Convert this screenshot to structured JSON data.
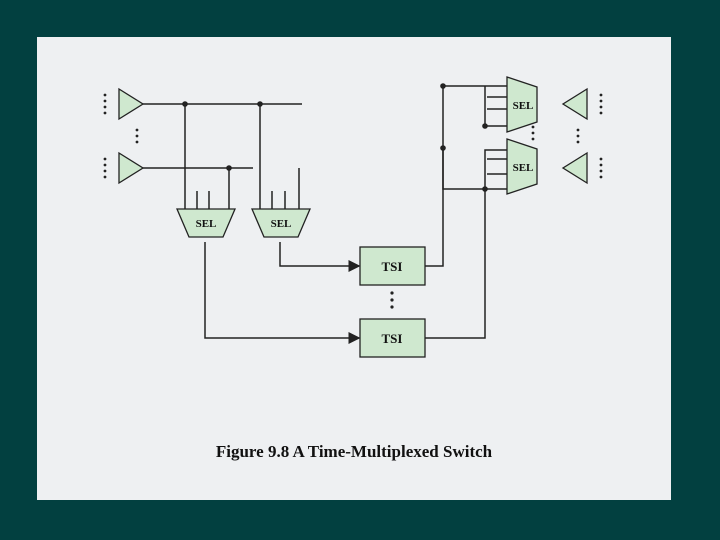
{
  "diagram": {
    "labels": {
      "sel_input_left": "SEL",
      "sel_input_right": "SEL",
      "sel_output_top": "SEL",
      "sel_output_bottom": "SEL",
      "tsi_top": "TSI",
      "tsi_bottom": "TSI"
    },
    "colors": {
      "background": "#024040",
      "slide": "#eef0f2",
      "component_fill": "#cfe8cf",
      "line": "#222222"
    }
  },
  "caption": "Figure 9.8  A Time-Multiplexed Switch"
}
